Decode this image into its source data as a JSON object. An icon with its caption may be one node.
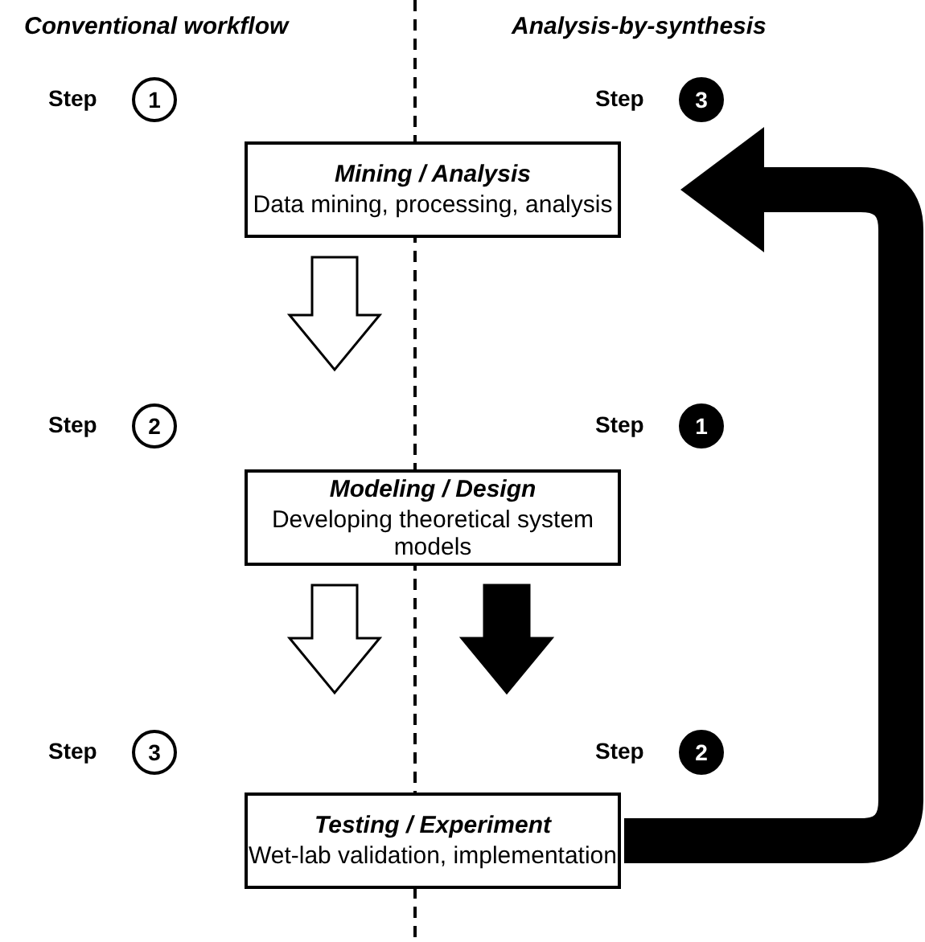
{
  "diagram": {
    "nodes": [
      {
        "text": [
          "1"
        ],
        "beside": [
          "Step"
        ]
      },
      {
        "text": [
          "3"
        ],
        "beside": [
          "Step"
        ]
      },
      {
        "text": [
          "Mining / Analysis",
          "Data mining, processing, analysis"
        ]
      },
      {
        "text": [
          "2"
        ],
        "beside": [
          "Step"
        ]
      },
      {
        "text": [
          "1"
        ],
        "beside": [
          "Step"
        ]
      },
      {
        "text": [
          "Modeling / Design",
          "Developing theoretical system models"
        ]
      },
      {
        "text": [
          "3"
        ],
        "beside": [
          "Step"
        ]
      },
      {
        "text": [
          "2"
        ],
        "beside": [
          "Step"
        ]
      },
      {
        "text": [
          "Testing / Experiment",
          "Wet-lab validation, implementation"
        ]
      }
    ],
    "edges": [
      {
        "from": 2,
        "to": 5,
        "arrow": "to"
      },
      {
        "from": 5,
        "to": 8,
        "arrow": "to"
      },
      {
        "from": 5,
        "to": 8,
        "arrow": "to",
        "color": "#000000"
      },
      {
        "from": 8,
        "to": 2,
        "arrow": "to",
        "color": "#000000"
      }
    ],
    "labels": [
      "Conventional workflow",
      "Analysis-by-synthesis"
    ]
  }
}
